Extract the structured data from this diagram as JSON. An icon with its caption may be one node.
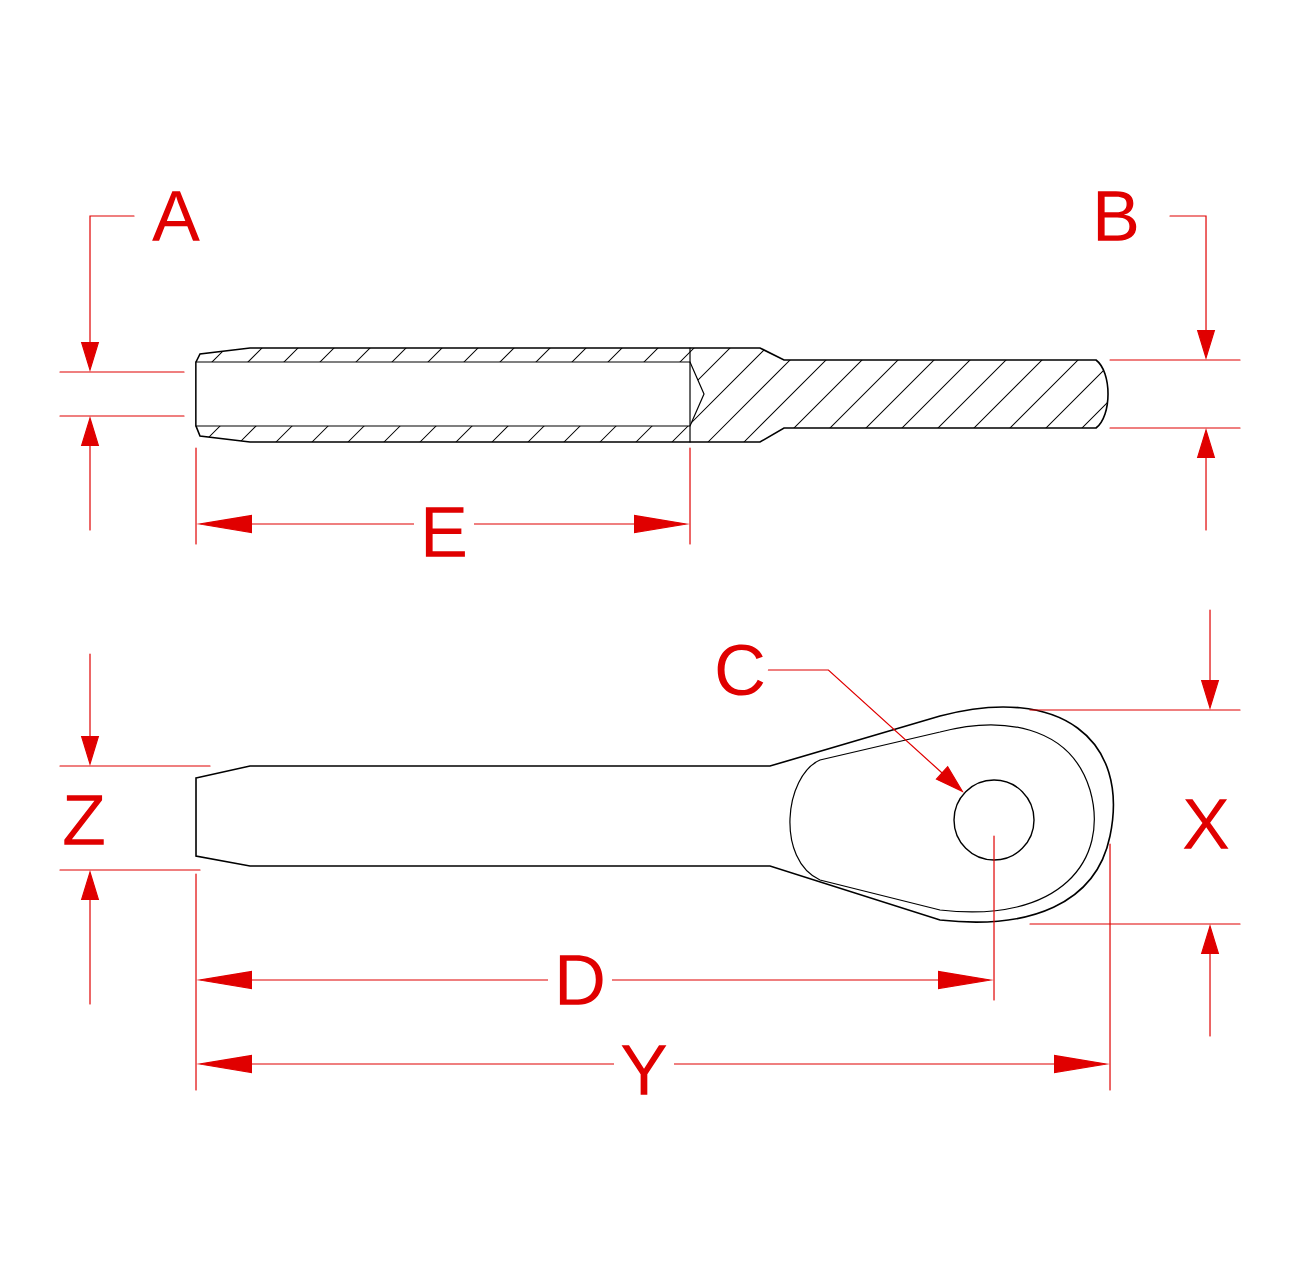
{
  "diagram": {
    "nodes": [
      {
        "text": [
          "C"
        ]
      },
      {
        "text": [],
        "shape": "circle"
      }
    ],
    "edges": [
      {
        "from": 0,
        "to": 1,
        "arrow": "to"
      }
    ],
    "labels": [
      "A",
      "B",
      "E",
      "Z",
      "X",
      "D",
      "Y"
    ]
  }
}
